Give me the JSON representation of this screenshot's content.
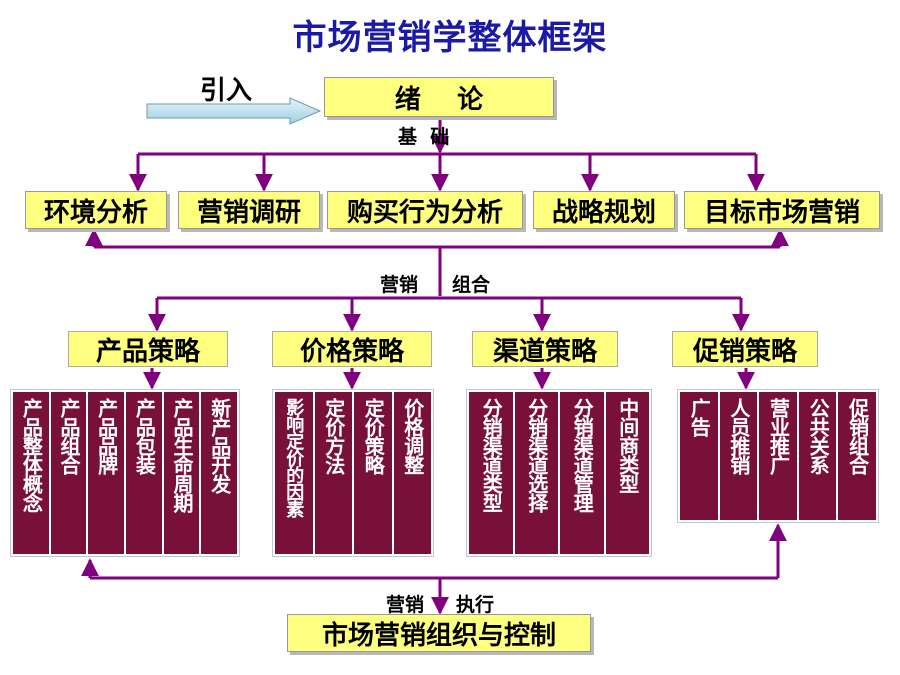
{
  "title": "市场营销学整体框架",
  "intro": {
    "label": "引入"
  },
  "root": {
    "label": "绪    论"
  },
  "link_top": {
    "label": "基  础"
  },
  "foundations": [
    {
      "label": "环境分析"
    },
    {
      "label": "营销调研"
    },
    {
      "label": "购买行为分析"
    },
    {
      "label": "战略规划"
    },
    {
      "label": "目标市场营销"
    }
  ],
  "link_mid": {
    "left": "营销",
    "right": "组合"
  },
  "strategies": [
    {
      "label": "产品策略",
      "items": [
        "产品整体概念",
        "产品组合",
        "产品品牌",
        "产品包装",
        "产品生命周期",
        "新产品开发"
      ]
    },
    {
      "label": "价格策略",
      "items": [
        "影响定价的因素",
        "定价方法",
        "定价策略",
        "价格调整"
      ]
    },
    {
      "label": "渠道策略",
      "items": [
        "分销渠道类型",
        "分销渠道选择",
        "分销渠道管理",
        "中间商类型"
      ]
    },
    {
      "label": "促销策略",
      "items": [
        "广告",
        "人员推销",
        "营业推广",
        "公共关系",
        "促销组合"
      ]
    }
  ],
  "link_bottom": {
    "left": "营销",
    "right": "执行"
  },
  "bottom": {
    "label": "市场营销组织与控制"
  },
  "colors": {
    "title": "#1a1aa6",
    "box_fill": "#ffff7f",
    "connector": "#800080",
    "cell_fill": "#78103a",
    "arrow": "#b0d8e8"
  }
}
